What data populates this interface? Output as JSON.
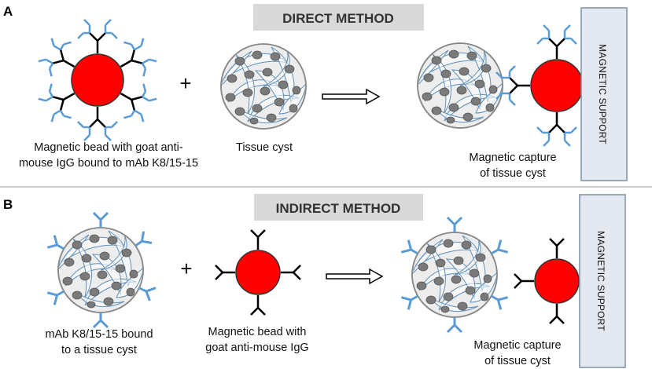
{
  "panels": {
    "a": {
      "letter": "A",
      "title": "DIRECT METHOD",
      "bead_caption": [
        "Magnetic bead with goat anti-",
        "mouse IgG bound to mAb K8/15-15"
      ],
      "cyst_caption": "Tissue cyst",
      "capture_caption": [
        "Magnetic capture",
        "of tissue cyst"
      ],
      "support_label": "MAGNETIC SUPPORT",
      "plus": "+"
    },
    "b": {
      "letter": "B",
      "title": "INDIRECT METHOD",
      "cyst_caption": [
        "mAb K8/15-15 bound",
        "to a tissue cyst"
      ],
      "bead_caption": [
        "Magnetic bead with",
        "goat anti-mouse IgG"
      ],
      "capture_caption": [
        "Magnetic capture",
        "of tissue cyst"
      ],
      "support_label": "MAGNETIC SUPPORT",
      "plus": "+"
    }
  },
  "colors": {
    "bead": "#ff0000",
    "antibody_goat": "#000000",
    "antibody_mab": "#5b9bd5",
    "title_box": "#d9d9d9",
    "support_fill": "#e4e9f1",
    "support_stroke": "#7f8fa6",
    "cyst_fill": "#e8e8e8",
    "cyst_cell": "#7a7a7a",
    "divider": "#9a9a9a"
  }
}
